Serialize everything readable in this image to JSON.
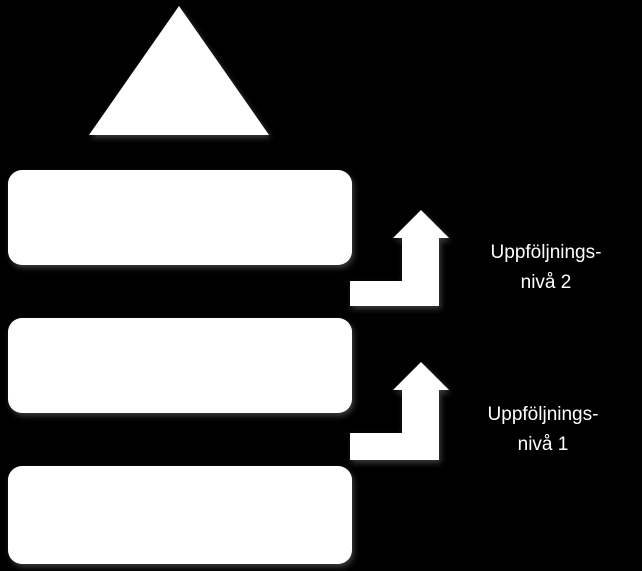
{
  "diagram": {
    "background_color": "#000000",
    "shape_color": "#ffffff",
    "shapes": [
      "triangle",
      "block",
      "block",
      "block",
      "up-arrow",
      "up-arrow"
    ],
    "labels": [
      {
        "line1": "Uppföljnings-",
        "line2": "nivå 2"
      },
      {
        "line1": "Uppföljnings-",
        "line2": "nivå 1"
      }
    ]
  }
}
